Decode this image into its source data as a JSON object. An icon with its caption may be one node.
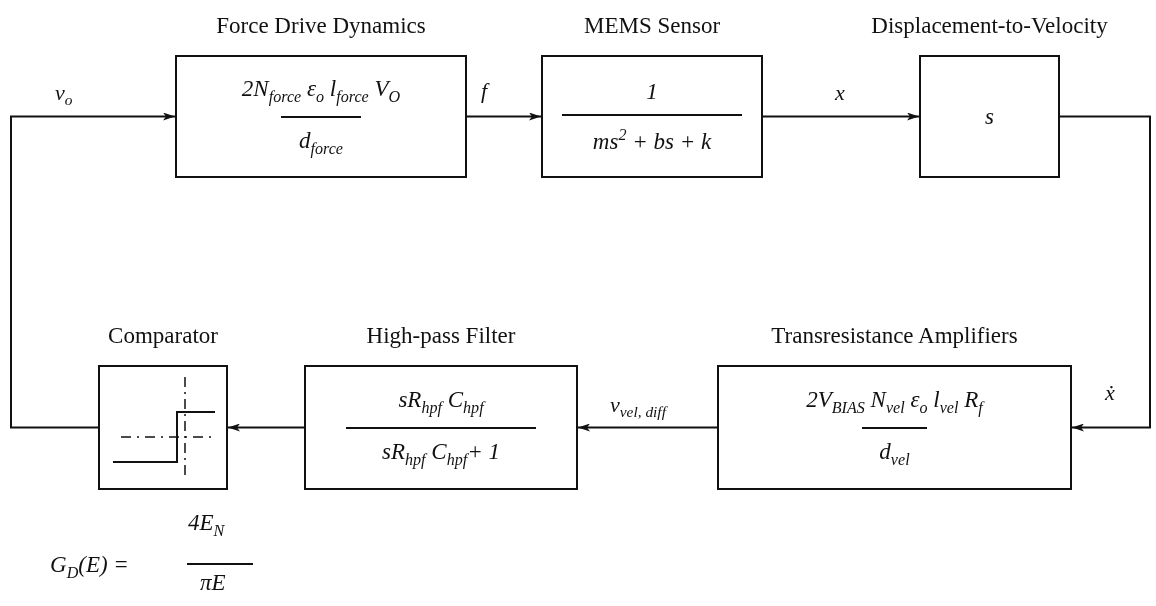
{
  "diagram": {
    "nodes": [
      {
        "text": [
          "Force Drive Dynamics",
          "2N$_{force}$ ε$_{o}$ l$_{force}$ V$_{O}$",
          "d$_{force}$"
        ]
      },
      {
        "text": [
          "MEMS Sensor",
          "1",
          "ms$^{2}$ + bs + k"
        ]
      },
      {
        "text": [
          "Displacement-to-Velocity",
          "s"
        ]
      },
      {
        "text": [
          "Transresistance Amplifiers",
          "2V$_{BIAS}$ N$_{vel}$ ε$_{o}$ l$_{vel}$ R$_{f}$",
          "d$_{vel}$"
        ]
      },
      {
        "text": [
          "High-pass Filter",
          "sR$_{hpf}$ C$_{hpf}$",
          "sR$_{hpf}$ C$_{hpf}$+ 1"
        ]
      },
      {
        "text": [
          "Comparator"
        ]
      }
    ],
    "edges": [
      {
        "from": 0,
        "to": 1,
        "arrow": "to",
        "label": "f"
      },
      {
        "from": 1,
        "to": 2,
        "arrow": "to",
        "label": "x"
      },
      {
        "from": 2,
        "to": 3,
        "arrow": "to",
        "label": "ẋ"
      },
      {
        "from": 3,
        "to": 4,
        "arrow": "to",
        "label": "v$_{vel, diff}$"
      },
      {
        "from": 4,
        "to": 5,
        "arrow": "to"
      },
      {
        "from": 5,
        "to": 0,
        "arrow": "to",
        "label": "v$_{o}$"
      }
    ],
    "labels": [
      "G$_{D}$(E) =",
      "4E$_{N}$",
      "πE"
    ]
  }
}
